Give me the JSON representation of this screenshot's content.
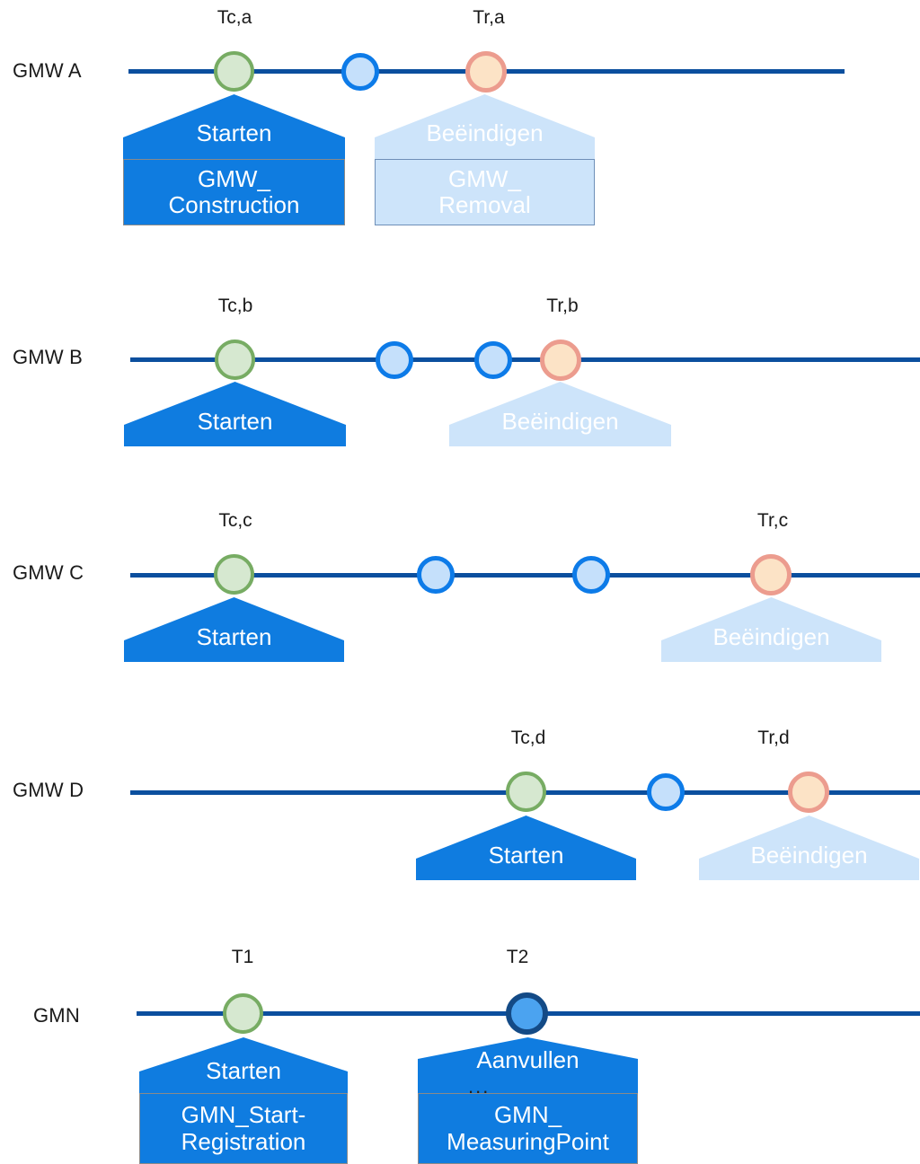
{
  "diagram": {
    "title": "GMW and GMN registration timelines",
    "palette": {
      "axis": "#0B4F9E",
      "pentagon_solid": "#0F7CE0",
      "pentagon_faded": "#CDE4FA",
      "marker_green_fill": "#D6E8D0",
      "marker_green_border": "#77AC63",
      "marker_blue_fill": "#C5E0FB",
      "marker_blue_border": "#0D7BE8",
      "marker_salmon_fill": "#FCE3C6",
      "marker_salmon_border": "#EC9C8E",
      "marker_navy_fill": "#4BA3F0",
      "marker_navy_border": "#134A86",
      "box_border_solid": "#8A8A8A",
      "box_border_faded": "#6E8FB8",
      "label_text": "#1a1a1a",
      "callout_text": "#ffffff"
    },
    "rows": [
      {
        "id": "gmw-a",
        "label": "GMW A",
        "ticks": [
          {
            "name": "tick-tc-a",
            "text": "Tc,a"
          },
          {
            "name": "tick-tr-a",
            "text": "Tr,a"
          }
        ],
        "markers": [
          {
            "name": "marker-construction",
            "kind": "green"
          },
          {
            "name": "marker-intermediate-1",
            "kind": "blue"
          },
          {
            "name": "marker-removal",
            "kind": "salmon"
          }
        ],
        "callouts": [
          {
            "name": "callout-starten-gmw-construction",
            "style": "solid",
            "headline": "Starten",
            "box_lines": [
              "GMW_",
              "Construction"
            ]
          },
          {
            "name": "callout-beeindigen-gmw-removal",
            "style": "faded",
            "headline": "Beëindigen",
            "box_lines": [
              "GMW_",
              "Removal"
            ]
          }
        ]
      },
      {
        "id": "gmw-b",
        "label": "GMW B",
        "ticks": [
          {
            "name": "tick-tc-b",
            "text": "Tc,b"
          },
          {
            "name": "tick-tr-b",
            "text": "Tr,b"
          }
        ],
        "markers": [
          {
            "name": "marker-construction",
            "kind": "green"
          },
          {
            "name": "marker-intermediate-1",
            "kind": "blue"
          },
          {
            "name": "marker-intermediate-2",
            "kind": "blue"
          },
          {
            "name": "marker-removal",
            "kind": "salmon"
          }
        ],
        "callouts": [
          {
            "name": "callout-starten",
            "style": "solid",
            "headline": "Starten",
            "box_lines": []
          },
          {
            "name": "callout-beeindigen",
            "style": "faded",
            "headline": "Beëindigen",
            "box_lines": []
          }
        ]
      },
      {
        "id": "gmw-c",
        "label": "GMW C",
        "ticks": [
          {
            "name": "tick-tc-c",
            "text": "Tc,c"
          },
          {
            "name": "tick-tr-c",
            "text": "Tr,c"
          }
        ],
        "markers": [
          {
            "name": "marker-construction",
            "kind": "green"
          },
          {
            "name": "marker-intermediate-1",
            "kind": "blue"
          },
          {
            "name": "marker-intermediate-2",
            "kind": "blue"
          },
          {
            "name": "marker-removal",
            "kind": "salmon"
          }
        ],
        "callouts": [
          {
            "name": "callout-starten",
            "style": "solid",
            "headline": "Starten",
            "box_lines": []
          },
          {
            "name": "callout-beeindigen",
            "style": "faded",
            "headline": "Beëindigen",
            "box_lines": []
          }
        ]
      },
      {
        "id": "gmw-d",
        "label": "GMW D",
        "ticks": [
          {
            "name": "tick-tc-d",
            "text": "Tc,d"
          },
          {
            "name": "tick-tr-d",
            "text": "Tr,d"
          }
        ],
        "markers": [
          {
            "name": "marker-construction",
            "kind": "green"
          },
          {
            "name": "marker-intermediate-1",
            "kind": "blue"
          },
          {
            "name": "marker-removal",
            "kind": "salmon"
          }
        ],
        "callouts": [
          {
            "name": "callout-starten",
            "style": "solid",
            "headline": "Starten",
            "box_lines": []
          },
          {
            "name": "callout-beeindigen",
            "style": "faded",
            "headline": "Beëindigen",
            "box_lines": []
          }
        ]
      },
      {
        "id": "gmn",
        "label": "GMN",
        "ticks": [
          {
            "name": "tick-t1",
            "text": "T1"
          },
          {
            "name": "tick-t2",
            "text": "T2"
          }
        ],
        "markers": [
          {
            "name": "marker-start-registration",
            "kind": "green"
          },
          {
            "name": "marker-measuring-point",
            "kind": "navy"
          }
        ],
        "callouts": [
          {
            "name": "callout-starten-gmn-startregistration",
            "style": "solid",
            "headline": "Starten",
            "box_lines": [
              "GMN_Start-",
              "Registration"
            ]
          },
          {
            "name": "callout-aanvullen-gmn-measuringpoint",
            "style": "solid",
            "headline": "Aanvullen",
            "ellipsis": "...",
            "box_lines": [
              "GMN_",
              "MeasuringPoint"
            ]
          }
        ]
      }
    ]
  }
}
